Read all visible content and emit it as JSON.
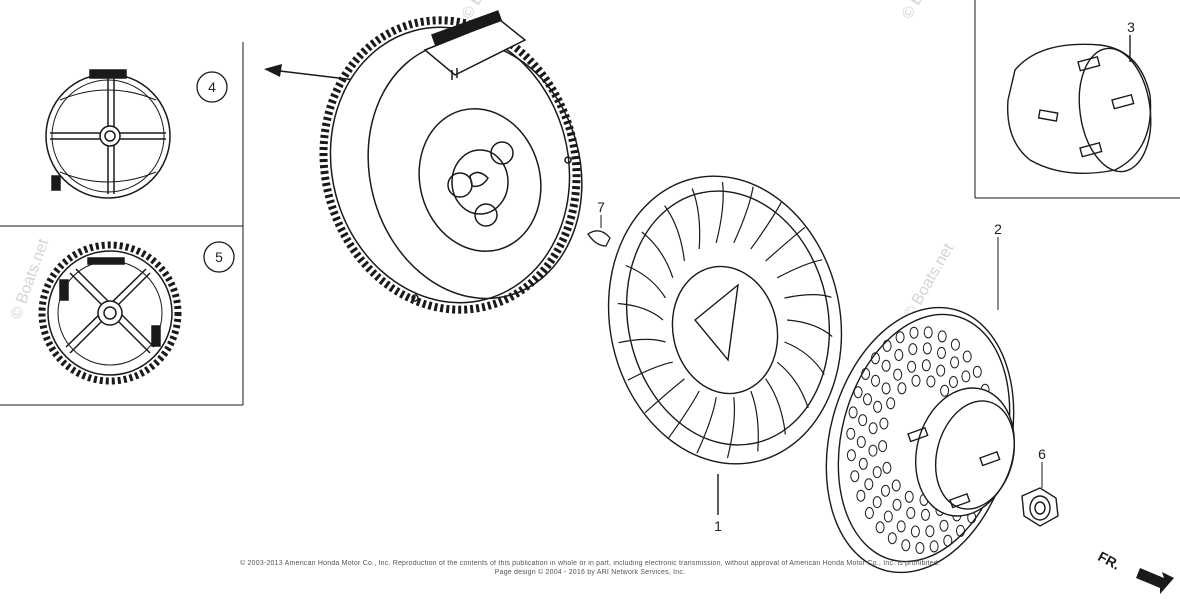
{
  "diagram": {
    "callouts": [
      {
        "id": "callout-1",
        "label": "1"
      },
      {
        "id": "callout-2",
        "label": "2"
      },
      {
        "id": "callout-3",
        "label": "3"
      },
      {
        "id": "callout-4",
        "label": "4"
      },
      {
        "id": "callout-5",
        "label": "5"
      },
      {
        "id": "callout-6",
        "label": "6"
      },
      {
        "id": "callout-7",
        "label": "7"
      }
    ],
    "direction_label": "FR.",
    "watermark": "© Boats.net",
    "copyright_line1": "© 2003-2013 American Honda Motor Co., Inc. Reproduction of the contents of this publication in whole or in part, including electronic transmission, without approval of American Honda Motor Co., Inc. is prohibited.",
    "copyright_line2": "Page design © 2004 - 2016 by ARI Network Services, Inc."
  },
  "colors": {
    "line": "#1a1a1a",
    "watermark": "#d4d4d4",
    "background": "#ffffff"
  }
}
